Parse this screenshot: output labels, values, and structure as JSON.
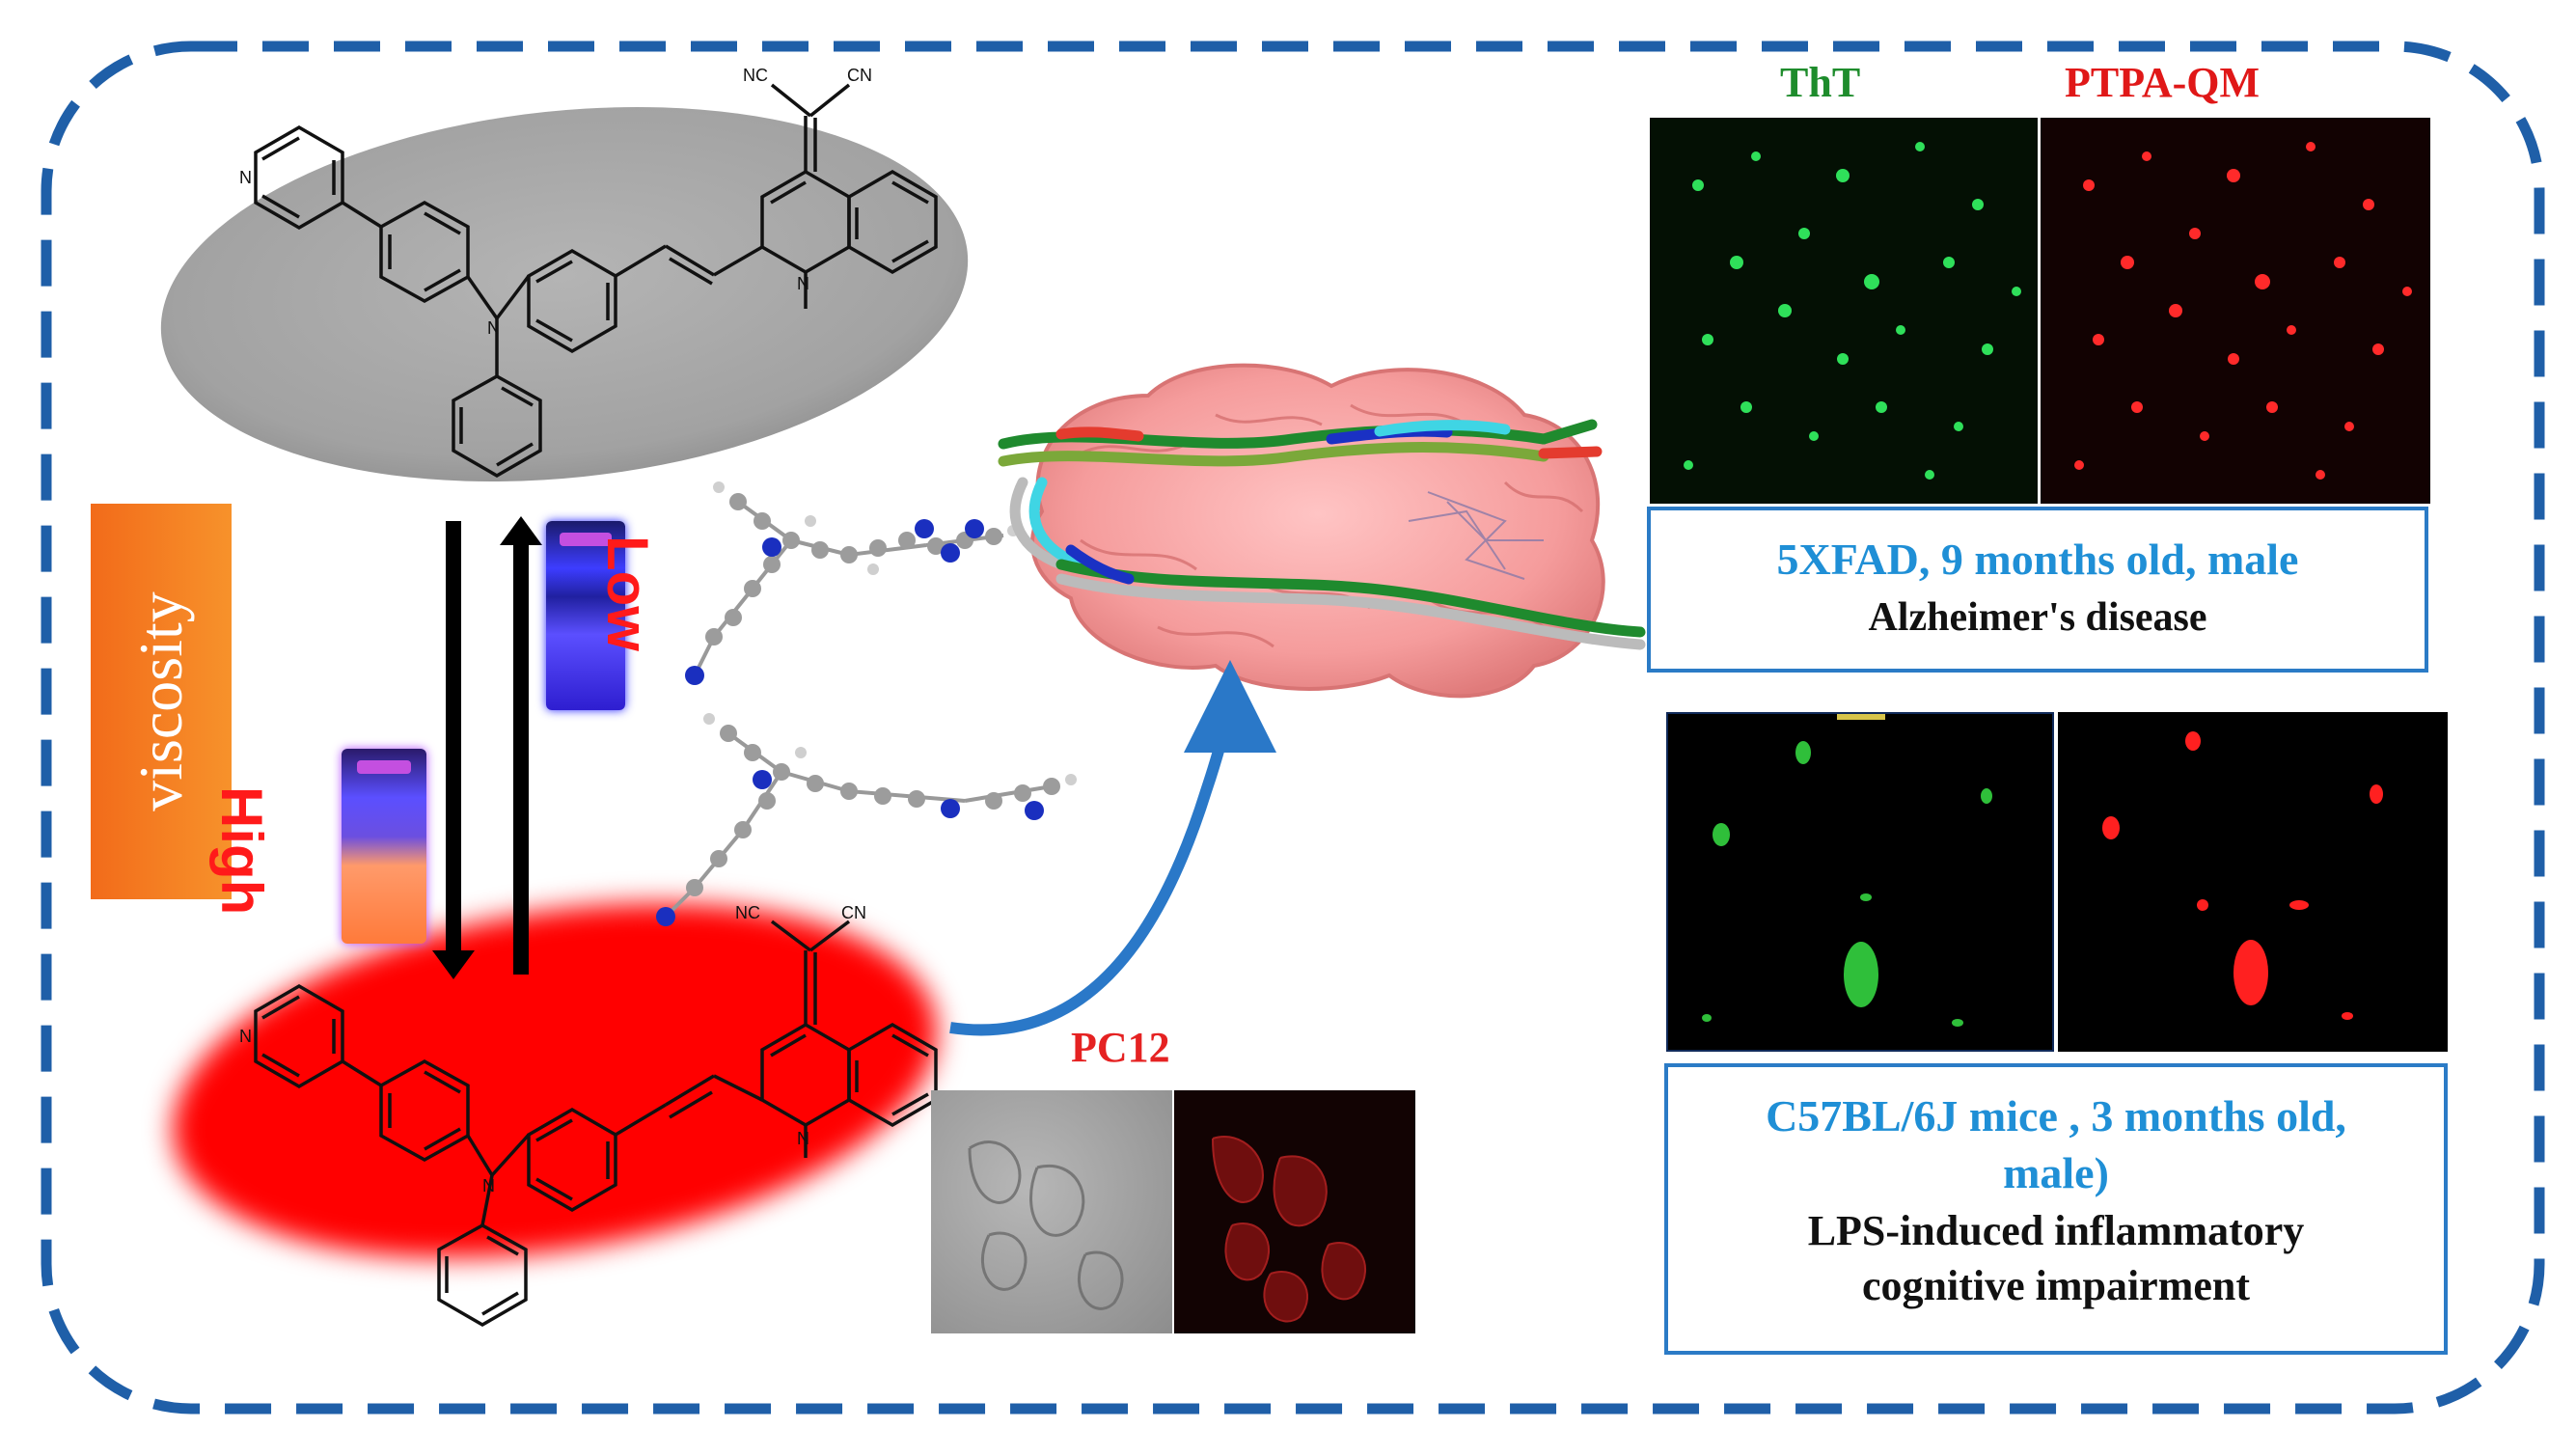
{
  "figure": {
    "viscosity_label": "viscosity",
    "low_label": "Low",
    "high_label": "High",
    "pc12_label": "PC12",
    "atom_labels": {
      "n": "N",
      "cn": "CN",
      "nc": "NC"
    }
  },
  "top_images": {
    "left_label": "ThT",
    "right_label": "PTPA-QM",
    "caption_line1": "5XFAD, 9 months old, male",
    "caption_line2": "Alzheimer's disease"
  },
  "bottom_images": {
    "caption_line1": "C57BL/6J mice , 3 months old,",
    "caption_line2": "male)",
    "caption_line3": "LPS-induced inflammatory",
    "caption_line4": "cognitive impairment"
  },
  "colors": {
    "border_dash": "#1f5fa8",
    "caption_blue": "#1f8fd6",
    "tht_green": "#1e8c2c",
    "ptpa_red": "#e01818",
    "viscosity_bar": "#f07a1c",
    "red_ellipse": "#ff0000",
    "grey_ellipse": "#a9a9a9"
  }
}
